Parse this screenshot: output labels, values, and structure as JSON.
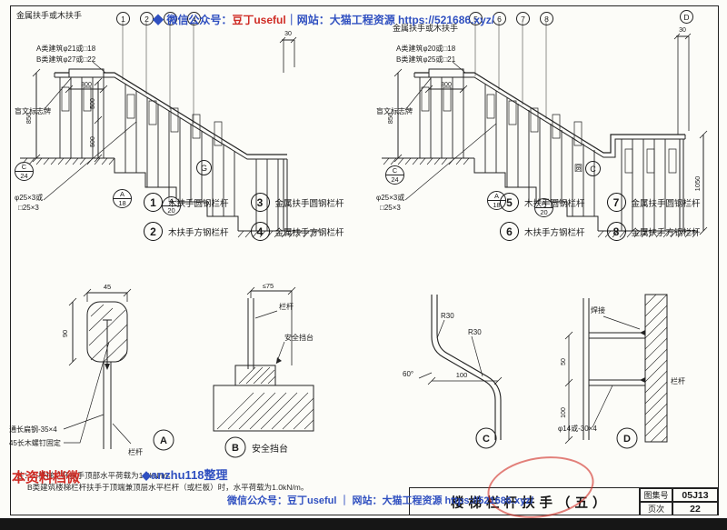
{
  "watermark": {
    "top_prefix": "◆ 微信公众号：",
    "top_name": "豆丁useful",
    "top_suffix": "｜网站：大猫工程资源 https://521686.xyz/",
    "bottom_line": "微信公众号：豆丁useful ｜ 网站：大猫工程资源 https://521686.xyz/",
    "red_overlay": "本资料档微",
    "integrator": "◆anzhu118整理"
  },
  "left_drawing": {
    "handrail_label": "金属扶手或木扶手",
    "class_a": "A类建筑φ21或□18",
    "class_b": "B类建筑φ27或□22",
    "braille_sign": "盲文标志牌",
    "dim_300": "300",
    "dim_500_upper": "500",
    "dim_500_lower": "500",
    "dim_850": "850",
    "dim_30": "30",
    "rail_spec_line1": "φ25×3或",
    "rail_spec_line2": "□25×3",
    "callouts": [
      "1",
      "2",
      "3",
      "4"
    ],
    "markers": {
      "c24": {
        "top": "C",
        "bottom": "24"
      },
      "a18": {
        "top": "A",
        "bottom": "18"
      },
      "a20": {
        "top": "A",
        "bottom": "20"
      },
      "g": "G"
    }
  },
  "right_drawing": {
    "handrail_label": "金属扶手或木扶手",
    "class_a": "A类建筑φ20或□18",
    "class_b": "B类建筑φ25或□21",
    "braille_sign": "盲文标志牌",
    "dim_300": "300",
    "dim_850": "850",
    "dim_1050": "1050",
    "dim_30": "30",
    "rail_spec_line1": "φ25×3或",
    "rail_spec_line2": "□25×3",
    "callouts": [
      "5",
      "6",
      "7",
      "8"
    ],
    "markers": {
      "c24": {
        "top": "C",
        "bottom": "24"
      },
      "a18": {
        "top": "A",
        "bottom": "18"
      },
      "a20": {
        "top": "A",
        "bottom": "20"
      },
      "d": "D",
      "see_text": "圆",
      "see_letter": "C"
    }
  },
  "legend_left": {
    "items": [
      {
        "num": "1",
        "label": "木扶手圆钢栏杆"
      },
      {
        "num": "2",
        "label": "木扶手方钢栏杆"
      },
      {
        "num": "3",
        "label": "金属扶手圆钢栏杆"
      },
      {
        "num": "4",
        "label": "金属扶手方钢栏杆"
      }
    ]
  },
  "legend_right": {
    "items": [
      {
        "num": "5",
        "label": "木扶手圆钢栏杆"
      },
      {
        "num": "6",
        "label": "木扶手方钢栏杆"
      },
      {
        "num": "7",
        "label": "金属扶手圆钢栏杆"
      },
      {
        "num": "8",
        "label": "金属扶手方钢栏杆"
      }
    ]
  },
  "details": {
    "a": {
      "letter": "A",
      "dim_width": "45",
      "dim_height": "90",
      "note_flat_bar": "通长扁钢-35×4",
      "note_screw": "45长木螺钉固定",
      "rail_label": "栏杆"
    },
    "b": {
      "letter": "B",
      "caption": "安全挡台",
      "dim_gap": "≤75",
      "rail_label": "栏杆",
      "ledge_label": "安全挡台"
    },
    "c": {
      "letter": "C",
      "radius1": "R30",
      "radius2": "R30",
      "angle": "60°",
      "dim_100": "100"
    },
    "d": {
      "letter": "D",
      "weld_label": "焊接",
      "rail_label": "栏杆",
      "bar_spec": "φ14或-30×4",
      "dim_50": "50",
      "dim_100": "100"
    }
  },
  "notes": {
    "line1": "注：1.楼梯栏杆扶手顶部水平荷载为1.5kN/m。",
    "line2": "B类建筑楼梯栏杆扶手于顶端兼顶层水平栏杆（或栏板）时，水平荷载为1.0kN/m。"
  },
  "title_block": {
    "title": "楼梯栏杆扶手（五）",
    "atlas_label": "图集号",
    "atlas_no": "05J13",
    "page_label": "页次",
    "page_no": "22"
  }
}
